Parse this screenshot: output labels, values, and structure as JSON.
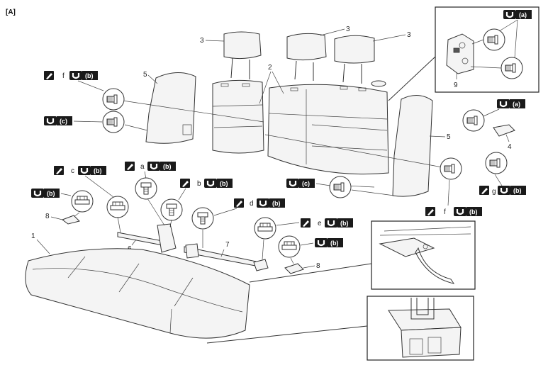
{
  "figure_label": "[A]",
  "callout_numbers": {
    "n1": "1",
    "n2": "2",
    "n3": "3",
    "n4": "4",
    "n5": "5",
    "n6": "6",
    "n7": "7",
    "n8": "8",
    "n9": "9"
  },
  "letters": {
    "a": "a",
    "b": "b",
    "c": "c",
    "d": "d",
    "e": "e",
    "f": "f",
    "g": "g"
  },
  "torque_tags": {
    "a": "(a)",
    "b": "(b)",
    "c": "(c)"
  },
  "icons": {
    "torque": "torque-wrench-icon",
    "grease": "grease-apply-icon",
    "bolt": "bolt-icon",
    "nut": "nut-icon"
  },
  "colors": {
    "tag_bg": "#1a1a1a",
    "tag_fg": "#ffffff",
    "line": "#333333"
  }
}
